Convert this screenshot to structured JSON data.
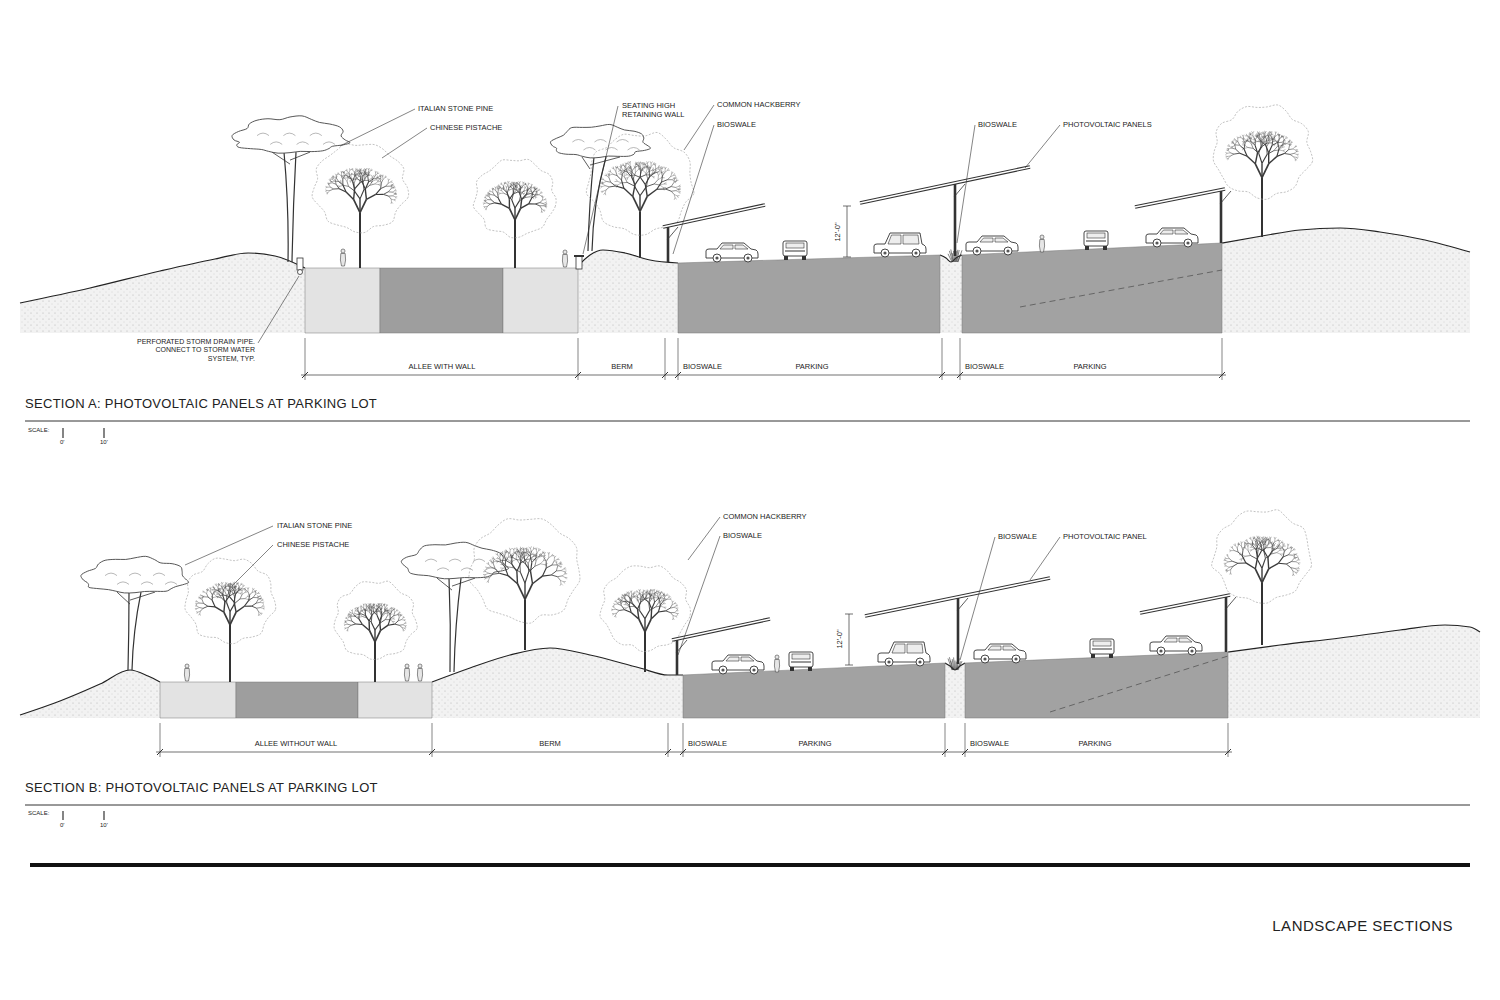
{
  "diagram": {
    "title": "LANDSCAPE SECTIONS",
    "labels": [
      "ITALIAN STONE PINE",
      "CHINESE PISTACHE",
      "SEATING HIGH RETAINING WALL",
      "COMMON HACKBERRY",
      "BIOSWALE",
      "BIOSWALE",
      "PHOTOVOLTAIC PANELS",
      "12'-0\"",
      "PERFORATED STORM DRAIN PIPE. CONNECT TO STORM WATER SYSTEM, TYP.",
      "ALLEE WITH WALL",
      "BERM",
      "BIOSWALE",
      "PARKING",
      "BIOSWALE",
      "PARKING",
      "SECTION A: PHOTOVOLTAIC PANELS AT PARKING LOT",
      "SCALE:",
      "0'",
      "10'",
      "ITALIAN STONE PINE",
      "CHINESE PISTACHE",
      "COMMON HACKBERRY",
      "BIOSWALE",
      "BIOSWALE",
      "PHOTOVOLTAIC PANEL",
      "12'-0\"",
      "ALLEE WITHOUT WALL",
      "BERM",
      "BIOSWALE",
      "PARKING",
      "BIOSWALE",
      "PARKING",
      "SECTION B: PHOTOVOLTAIC PANELS AT PARKING LOT",
      "SCALE:",
      "0'",
      "10'"
    ]
  }
}
